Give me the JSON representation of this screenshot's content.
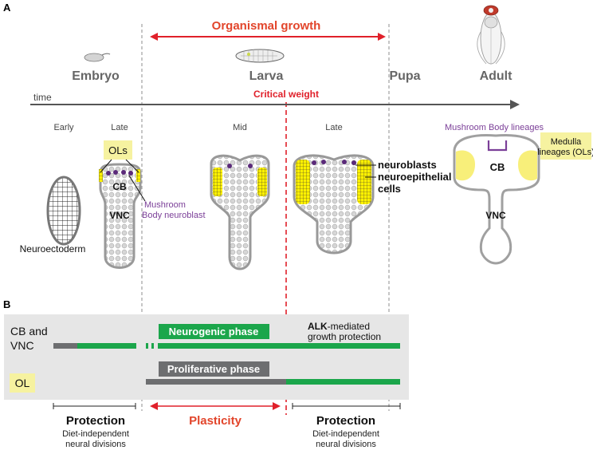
{
  "panel_a": {
    "label": "A",
    "organismal_growth": "Organismal growth",
    "stages": {
      "embryo": "Embryo",
      "larva": "Larva",
      "pupa": "Pupa",
      "adult": "Adult"
    },
    "time_label": "time",
    "critical_weight": "Critical weight",
    "substages": {
      "early": "Early",
      "late_embryo": "Late",
      "mid": "Mid",
      "late_larva": "Late"
    },
    "labels": {
      "ols": "OLs",
      "cb": "CB",
      "vnc": "VNC",
      "mb_neuroblast_1": "Mushroom",
      "mb_neuroblast_2": "Body neuroblast",
      "neuroectoderm": "Neuroectoderm",
      "neuroblasts": "neuroblasts",
      "neuroepithelial_1": "neuroepithelial",
      "neuroepithelial_2": "cells",
      "mb_lineages": "Mushroom Body lineages",
      "medulla_1": "Medulla",
      "medulla_2": "lineages (OLs)",
      "adult_cb": "CB",
      "adult_vnc": "VNC"
    }
  },
  "panel_b": {
    "label": "B",
    "row1_label_1": "CB and",
    "row1_label_2": "VNC",
    "row2_label": "OL",
    "neurogenic_phase": "Neurogenic phase",
    "proliferative_phase": "Proliferative phase",
    "alk_bold": "ALK",
    "alk_rest": "-mediated",
    "alk_line2": "growth protection",
    "protection_left": "Protection",
    "protection_left_sub_1": "Diet-independent",
    "protection_left_sub_2": "neural divisions",
    "plasticity": "Plasticity",
    "protection_right": "Protection",
    "protection_right_sub_1": "Diet-independent",
    "protection_right_sub_2": "neural divisions"
  },
  "colors": {
    "accent_red": "#e2452b",
    "critical_red": "#e0202a",
    "green": "#1ba64b",
    "gray_bar": "#6d6e70",
    "purple": "#7b3f98",
    "yellow": "#f6f2a0",
    "panel_bg": "#e6e6e6"
  }
}
